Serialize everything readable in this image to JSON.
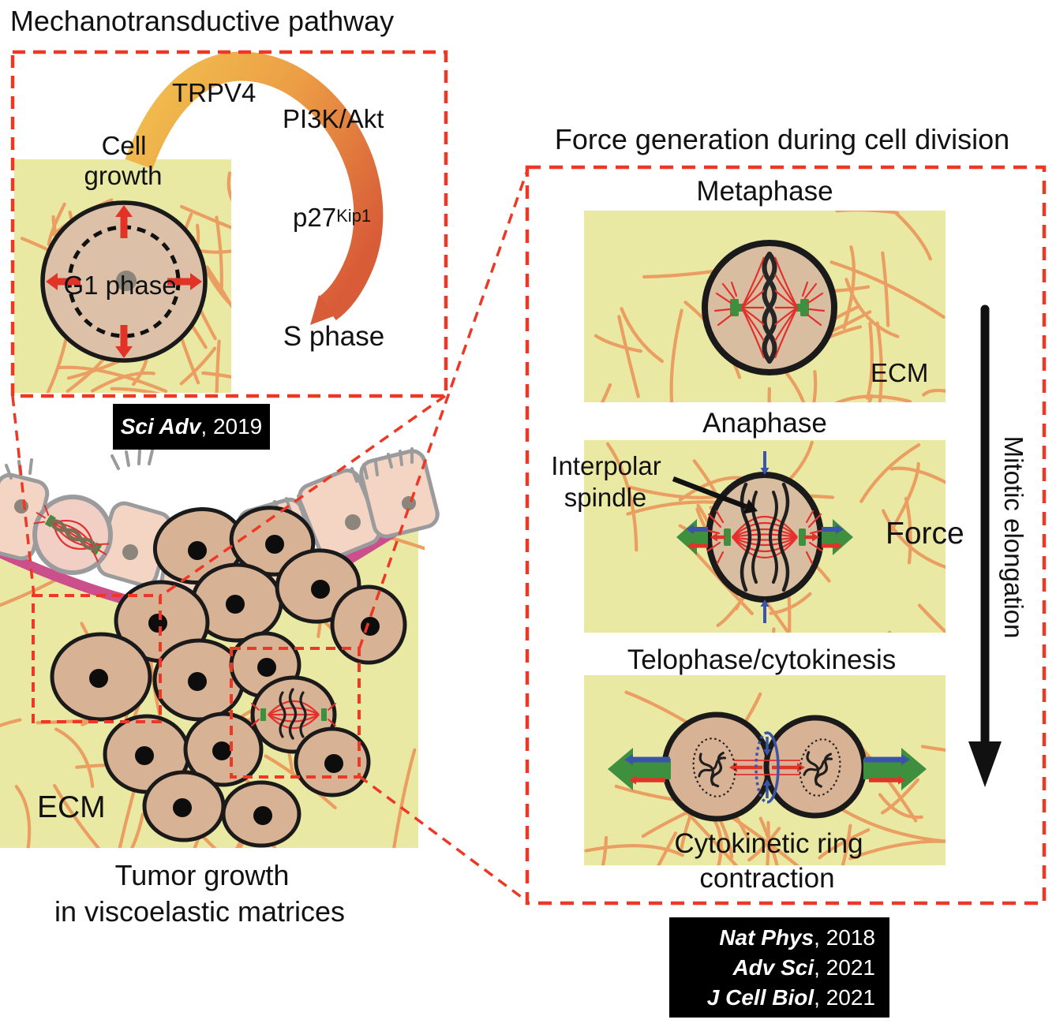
{
  "figure": {
    "left": {
      "title": "Mechanotransductive pathway",
      "pathway": {
        "trpv4": "TRPV4",
        "pi3k": "PI3K/Akt",
        "p27": "p27",
        "p27_sup": "Kip1",
        "s_phase": "S phase"
      },
      "cell": {
        "growth_l1": "Cell",
        "growth_l2": "growth",
        "g1": "G1 phase"
      },
      "citation": {
        "journal": "Sci Adv",
        "suffix": ", 2019"
      },
      "scene": {
        "ecm": "ECM",
        "caption_l1": "Tumor growth",
        "caption_l2": "in viscoelastic matrices"
      }
    },
    "right": {
      "title": "Force generation during cell division",
      "metaphase": {
        "label": "Metaphase",
        "ecm": "ECM"
      },
      "anaphase": {
        "label": "Anaphase",
        "annot_l1": "Interpolar",
        "annot_l2": "spindle",
        "force": "Force"
      },
      "telophase": {
        "label": "Telophase/cytokinesis",
        "caption_l1": "Cytokinetic ring",
        "caption_l2": "contraction"
      },
      "axis": "Mitotic elongation",
      "citations": [
        {
          "journal": "Nat Phys",
          "suffix": ", 2018"
        },
        {
          "journal": "Adv Sci",
          "suffix": ", 2021"
        },
        {
          "journal": "J Cell Biol",
          "suffix": ", 2021"
        }
      ]
    },
    "colors": {
      "dash_red": "#ee3826",
      "ecm_yellow": "#e9e9a4",
      "fiber_orange": "#eb9e61",
      "cell_tan": "#d8b294",
      "mitotic_tan": "#d9bda1",
      "inset_tan": "#dcc0a8",
      "epithelium_pink": "#f4d5c4",
      "epithelium_mitotic_pink": "#f2cfc4",
      "epithelium_gray": "#9b9b9d",
      "nucleus_gray": "#8b857b",
      "membrane_magenta": "#cb4f8a",
      "spindle_red": "#e2312c",
      "arrow_red": "#e23327",
      "centrosome_green": "#3e8f3e",
      "force_blue": "#3a55a8",
      "arc_start": "#f0bc4e",
      "arc_mid": "#ec9d45",
      "arc_end": "#d85c38",
      "chromosome_dark": "#262626",
      "epithelium_chromosome": "#7b6e57",
      "badge_bg": "#000000",
      "badge_text": "#ffffff"
    }
  }
}
